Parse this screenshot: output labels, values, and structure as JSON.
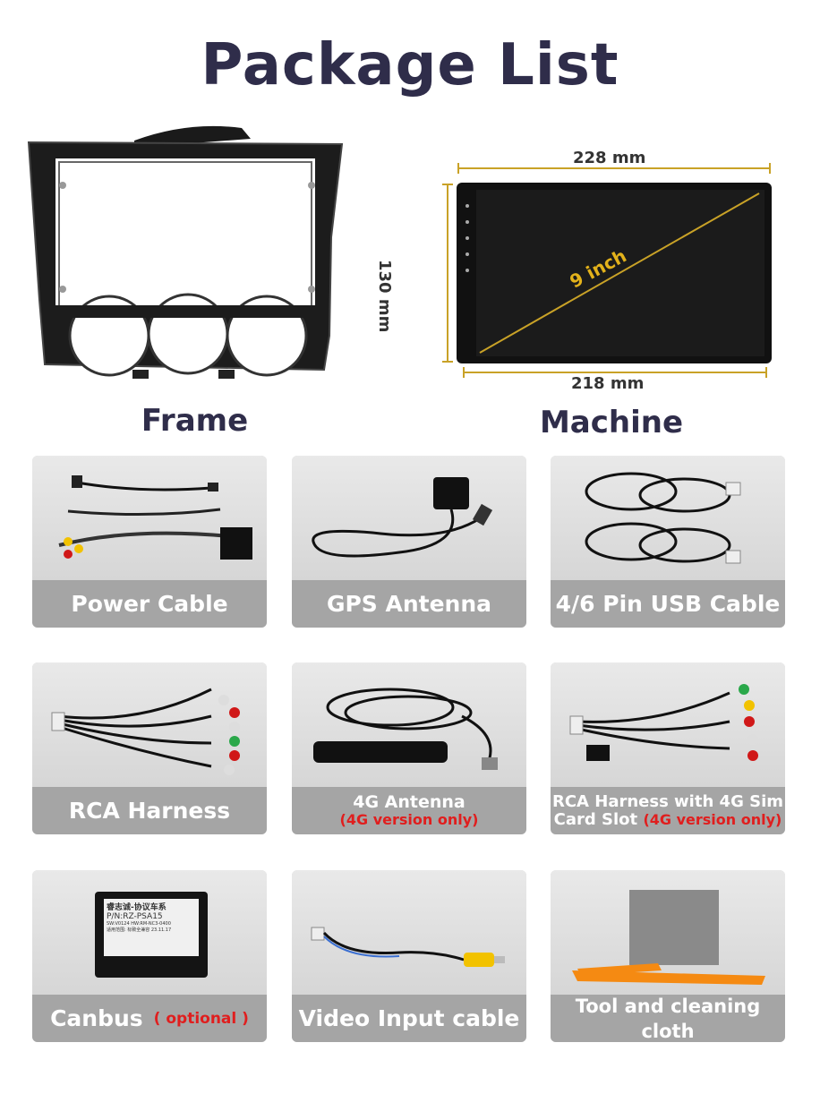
{
  "title": "Package List",
  "frame": {
    "caption": "Frame"
  },
  "machine": {
    "caption": "Machine",
    "width_top": "228 mm",
    "width_bottom": "218 mm",
    "height": "130 mm",
    "diagonal": "9 inch"
  },
  "items": [
    {
      "label": "Power Cable"
    },
    {
      "label": "GPS Antenna"
    },
    {
      "label": "4/6 Pin USB Cable"
    },
    {
      "label": "RCA Harness"
    },
    {
      "label": "4G Antenna",
      "note": "(4G version only)"
    },
    {
      "label_line1": "RCA Harness with 4G Sim",
      "label_line2": "Card Slot",
      "note": "(4G version only)"
    },
    {
      "label": "Canbus",
      "note": "( optional )"
    },
    {
      "label": "Video Input cable"
    },
    {
      "label": "Tool and cleaning cloth"
    }
  ],
  "canbus_box": {
    "line1": "睿志诚-协议车系",
    "line2": "P/N:RZ-PSA15",
    "line3": "SW:V0124  HW:RM-NC3-0400",
    "line4": "适用范围: 标致全兼容  23.11.17"
  },
  "colors": {
    "title": "#2f2d4a",
    "label_bg": "#a5a5a5",
    "note": "#e01e1e",
    "dim_line": "#c9a227"
  }
}
